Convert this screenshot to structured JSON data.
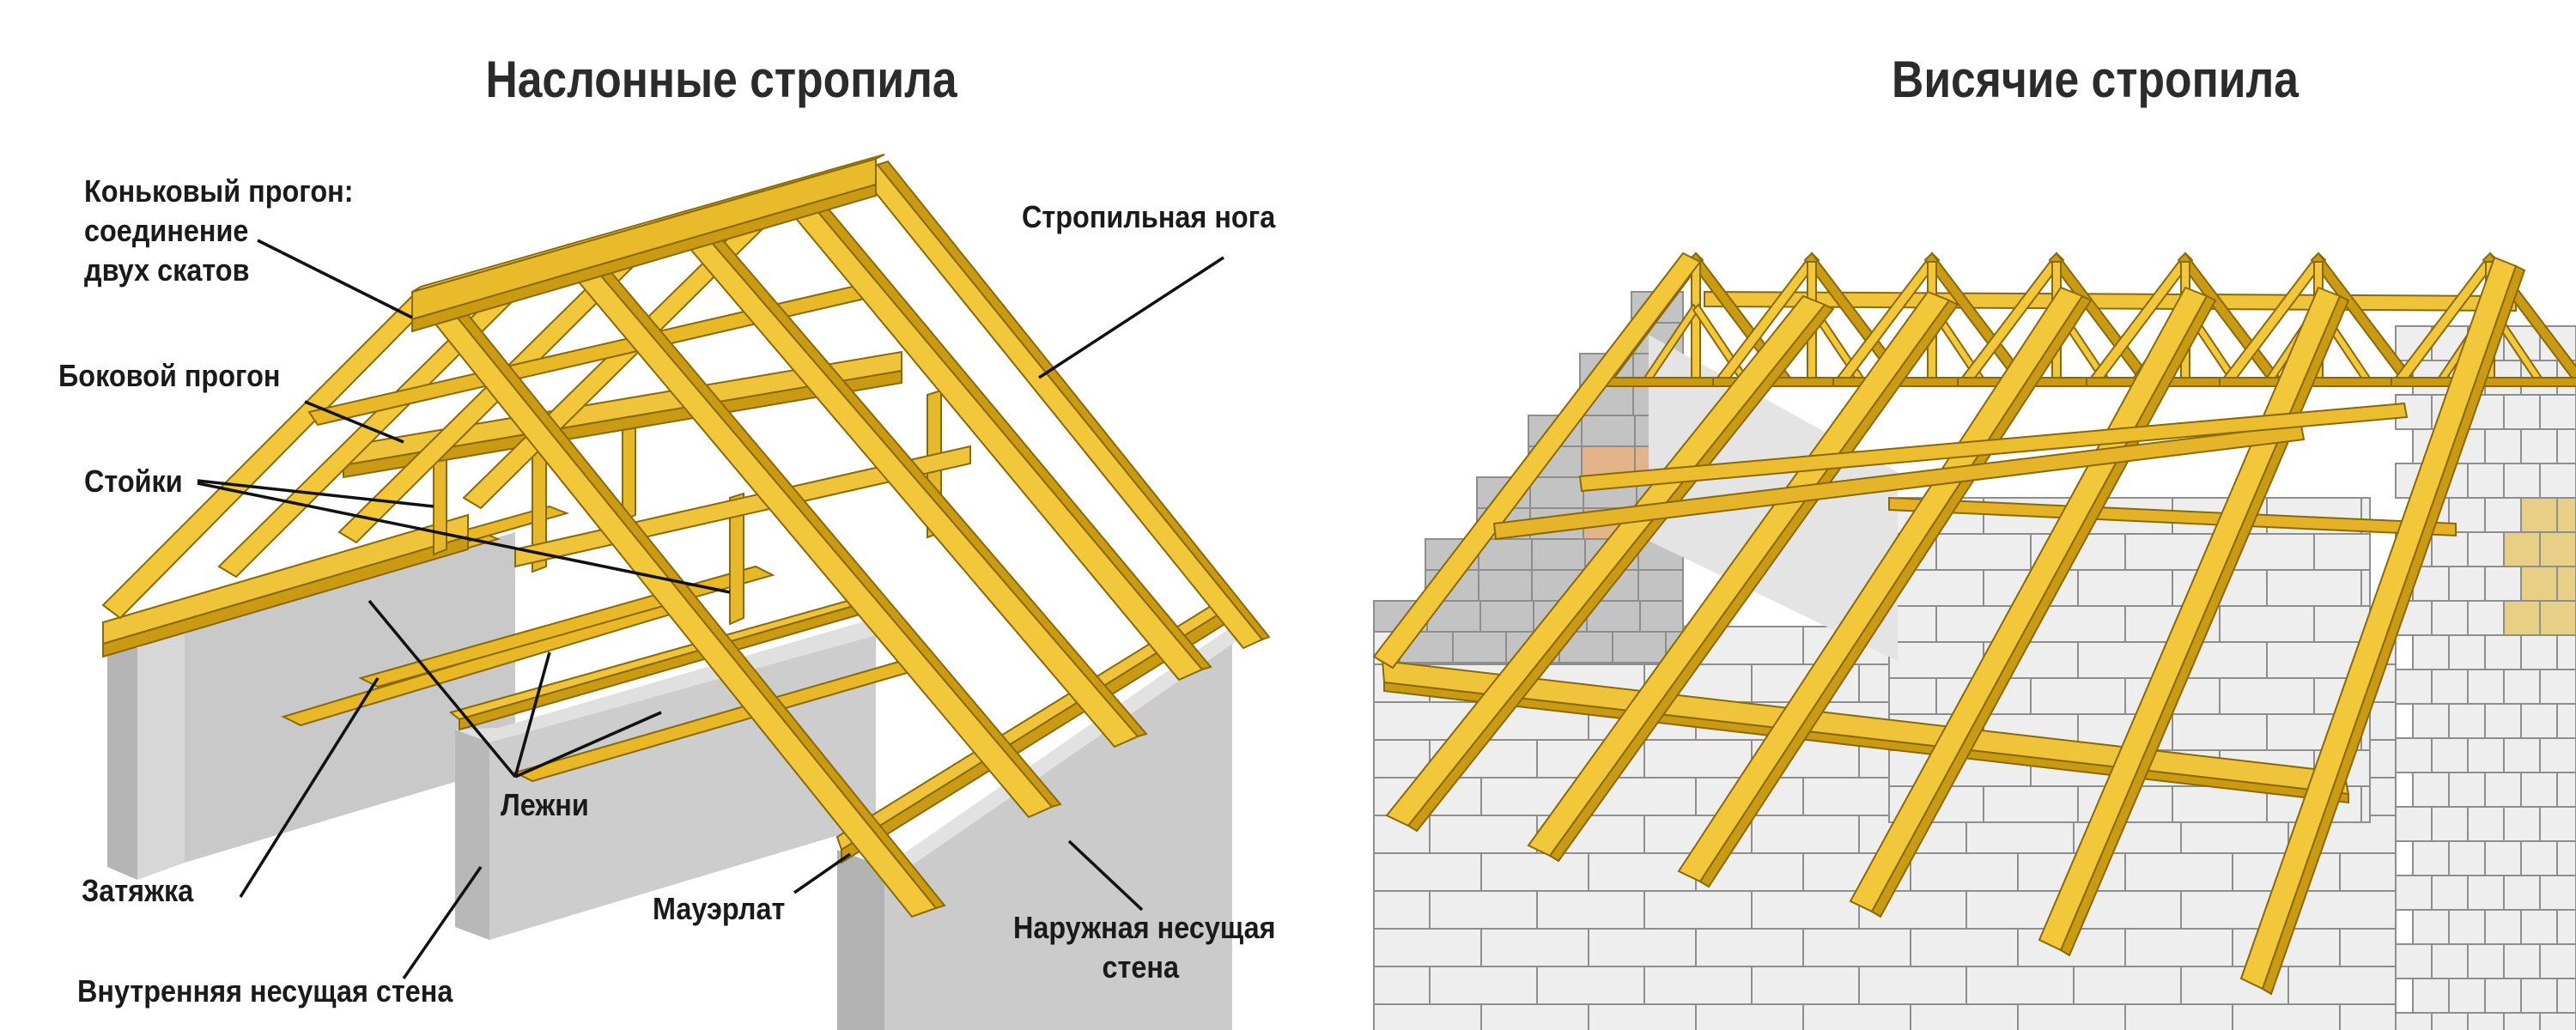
{
  "titles": {
    "left": "Наслонные стропила",
    "right": "Висячие стропила"
  },
  "labels": {
    "ridge": [
      "Коньковый прогон:",
      "соединение",
      "двух скатов"
    ],
    "rafter_leg": "Стропильная нога",
    "side_purlin": "Боковой прогон",
    "posts": "Стойки",
    "sills": "Лежни",
    "tie_beam": "Затяжка",
    "mauerlat": "Мауэрлат",
    "outer_wall": [
      "Наружная несущая",
      "стена"
    ],
    "inner_wall": "Внутренняя несущая стена"
  },
  "colors": {
    "wood": "#f2c73a",
    "wood_dark": "#c99a12",
    "wood_edge": "#8a6a08",
    "concrete": "#cfcfcf",
    "concrete_dark": "#9e9e9e",
    "block": "#eeeeee",
    "block_line": "#8e8e8e",
    "block_shadow": "#c3c3c3",
    "block_warm": "#e3b487",
    "leader": "#111111",
    "text": "#1a1a1a"
  }
}
